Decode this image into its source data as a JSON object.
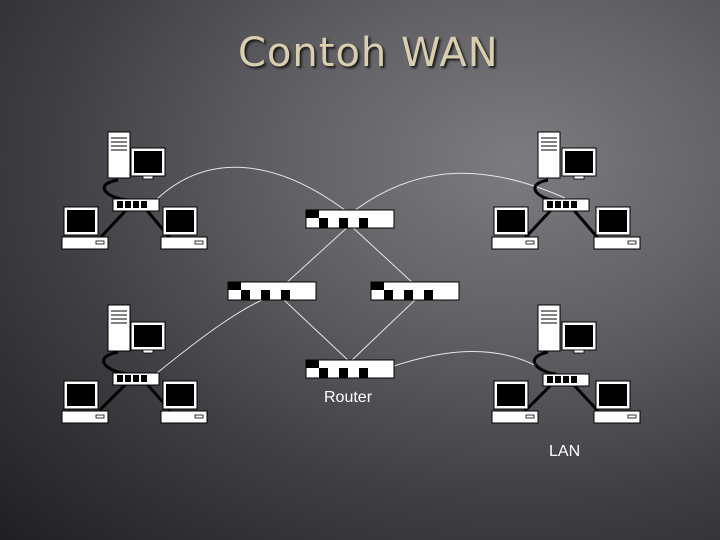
{
  "slide": {
    "title": "Contoh WAN"
  },
  "diagram": {
    "router_label": "Router",
    "lan_label": "LAN",
    "colors": {
      "device_fill": "#ffffff",
      "device_stroke": "#000000",
      "wan_link": "#e6e6e6",
      "lan_cable": "#000000",
      "title_text": "#d9cfb0",
      "label_text": "#ffffff"
    },
    "lans": [
      "lan-top-left",
      "lan-top-right",
      "lan-bottom-left",
      "lan-bottom-right"
    ],
    "routers": [
      "router-top",
      "router-mid-left",
      "router-mid-right",
      "router-bottom"
    ],
    "icons": [
      "server-tower-icon",
      "monitor-icon",
      "desktop-computer-icon",
      "hub-icon",
      "router-icon"
    ]
  }
}
